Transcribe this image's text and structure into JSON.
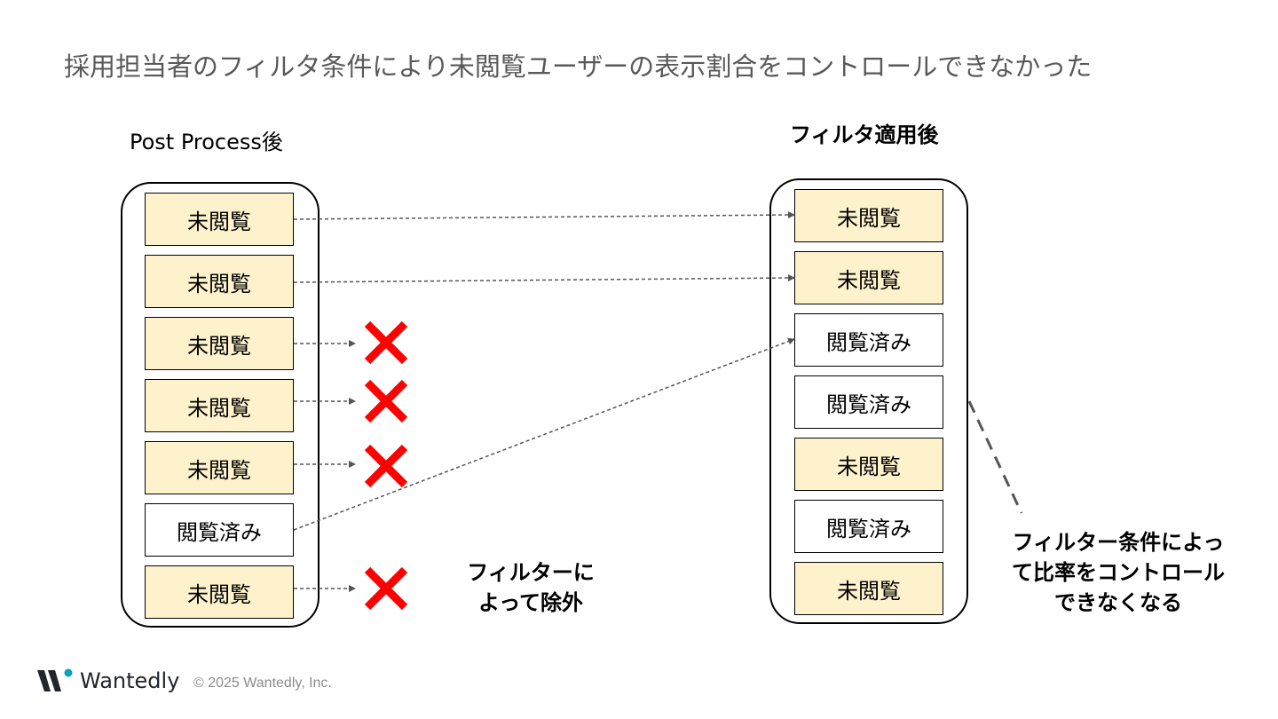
{
  "title": "採用担当者のフィルタ条件により未閲覧ユーザーの表示割合をコントロールできなかった",
  "left_column": {
    "label": "Post Process後",
    "items": [
      "未閲覧",
      "未閲覧",
      "未閲覧",
      "未閲覧",
      "未閲覧",
      "閲覧済み",
      "未閲覧"
    ],
    "status": [
      "unviewed",
      "unviewed",
      "unviewed",
      "unviewed",
      "unviewed",
      "viewed",
      "unviewed"
    ]
  },
  "right_column": {
    "label": "フィルタ適用後",
    "items": [
      "未閲覧",
      "未閲覧",
      "閲覧済み",
      "閲覧済み",
      "未閲覧",
      "閲覧済み",
      "未閲覧"
    ],
    "status": [
      "unviewed",
      "unviewed",
      "viewed",
      "viewed",
      "unviewed",
      "viewed",
      "unviewed"
    ]
  },
  "filter_note": {
    "line1": "フィルターに",
    "line2": "よって除外"
  },
  "ratio_note": {
    "line1": "フィルター条件によっ",
    "line2": "て比率をコントロール",
    "line3": "できなくなる"
  },
  "footer": {
    "brand": "Wantedly",
    "copyright": "© 2025 Wantedly, Inc."
  },
  "colors": {
    "unviewed_fill": "#fef2cc",
    "viewed_fill": "#ffffff",
    "excluded_mark": "#ff0000",
    "brand_accent": "#00a4bb",
    "arrow": "#555555"
  },
  "icons": {
    "excluded": "cross-mark-icon",
    "logo": "wantedly-logo-icon"
  }
}
